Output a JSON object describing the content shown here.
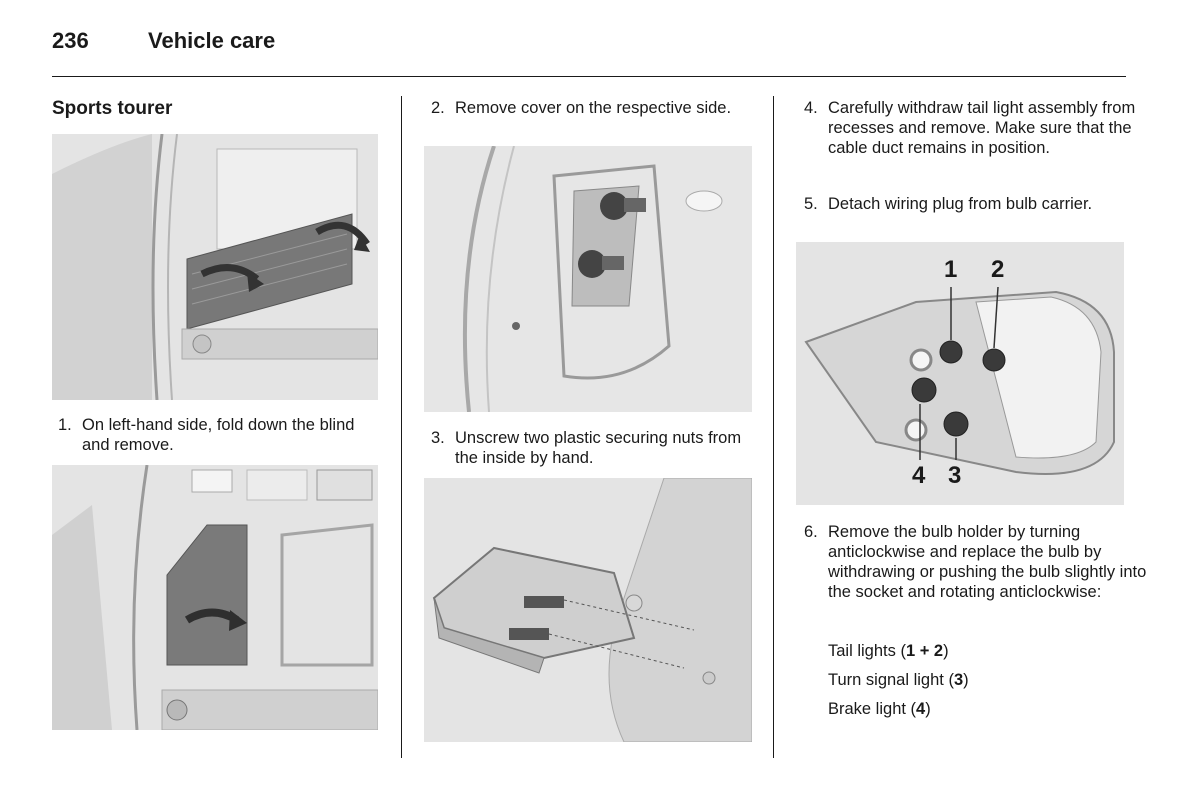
{
  "header": {
    "page_number": "236",
    "title": "Vehicle care"
  },
  "column1": {
    "subheading": "Sports tourer",
    "step1": {
      "num": "1.",
      "text": "On left-hand side, fold down the blind and remove."
    }
  },
  "column2": {
    "step2": {
      "num": "2.",
      "text": "Remove cover on the respective side."
    },
    "step3": {
      "num": "3.",
      "text": "Unscrew two plastic securing nuts from the inside by hand."
    }
  },
  "column3": {
    "step4": {
      "num": "4.",
      "text": "Carefully withdraw tail light assembly from recesses and remove. Make sure that the cable duct remains in position."
    },
    "step5": {
      "num": "5.",
      "text": "Detach wiring plug from bulb carrier."
    },
    "diagram_labels": [
      "1",
      "2",
      "4",
      "3"
    ],
    "step6": {
      "num": "6.",
      "text": "Remove the bulb holder by turning anticlockwise and replace the bulb by withdrawing or pushing the bulb slightly into the socket and rotating anticlockwise:"
    },
    "bulbs": [
      {
        "label": "Tail lights (",
        "ref": "1 + 2",
        "end": ")"
      },
      {
        "label": "Turn signal light (",
        "ref": "3",
        "end": ")"
      },
      {
        "label": "Brake light (",
        "ref": "4",
        "end": ")"
      }
    ]
  }
}
